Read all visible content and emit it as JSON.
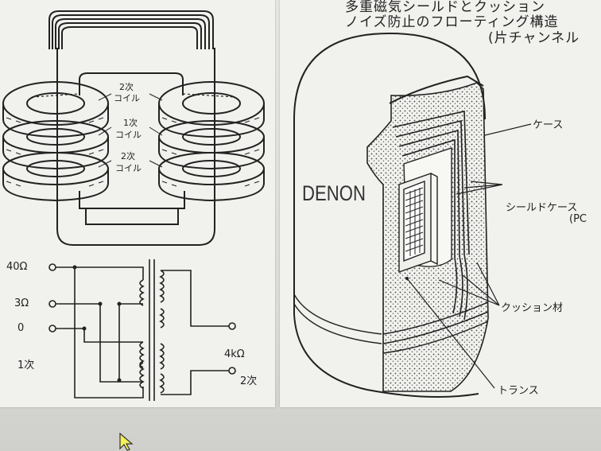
{
  "header": {
    "line1": "多重磁気シールドとクッション",
    "line2": "ノイズ防止のフローティング構造",
    "line3": "(片チャンネル"
  },
  "coil_figure": {
    "labels": [
      {
        "number": "2次",
        "text": "コイル"
      },
      {
        "number": "1次",
        "text": "コイル"
      },
      {
        "number": "2次",
        "text": "コイル"
      }
    ]
  },
  "circuit": {
    "taps": [
      "40Ω",
      "3Ω",
      "0"
    ],
    "primary_label": "1次",
    "secondary_impedance": "4kΩ",
    "secondary_label": "2次"
  },
  "cutaway": {
    "brand": "DENON",
    "callouts": {
      "case": "ケース",
      "shield_case": "シールドケース",
      "shield_case_note": "(PC",
      "cushion": "クッション材",
      "transformer": "トランス"
    }
  },
  "colors": {
    "ink": "#222222",
    "paper": "#f1f1ee",
    "background": "#d9d9d6"
  }
}
